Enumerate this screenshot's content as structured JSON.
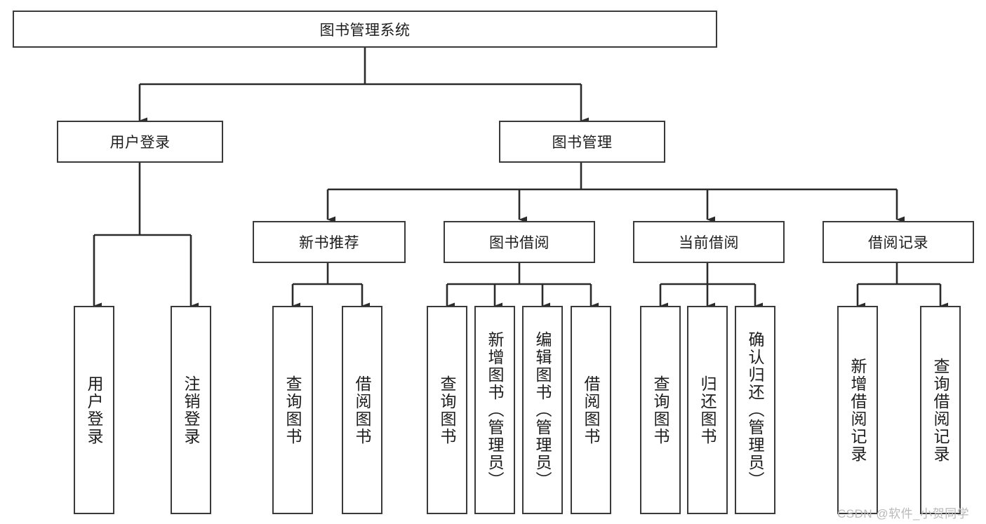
{
  "diagram": {
    "type": "tree-hierarchy",
    "title": "图书管理系统",
    "root": {
      "label": "图书管理系统",
      "orientation": "horizontal"
    },
    "level2": [
      {
        "label": "用户登录",
        "orientation": "horizontal"
      },
      {
        "label": "图书管理",
        "orientation": "horizontal"
      }
    ],
    "level3": [
      {
        "label": "新书推荐",
        "orientation": "horizontal"
      },
      {
        "label": "图书借阅",
        "orientation": "horizontal"
      },
      {
        "label": "当前借阅",
        "orientation": "horizontal"
      },
      {
        "label": "借阅记录",
        "orientation": "horizontal"
      }
    ],
    "leaves": {
      "user_login": [
        {
          "label": "用户登录",
          "orientation": "vertical"
        },
        {
          "label": "注销登录",
          "orientation": "vertical"
        }
      ],
      "new_book_recommend": [
        {
          "label": "查询图书",
          "orientation": "vertical"
        },
        {
          "label": "借阅图书",
          "orientation": "vertical"
        }
      ],
      "book_borrow": [
        {
          "label": "查询图书",
          "orientation": "vertical"
        },
        {
          "label": "新增图书（管理员）",
          "orientation": "vertical"
        },
        {
          "label": "编辑图书（管理员）",
          "orientation": "vertical"
        },
        {
          "label": "借阅图书",
          "orientation": "vertical"
        }
      ],
      "current_borrow": [
        {
          "label": "查询图书",
          "orientation": "vertical"
        },
        {
          "label": "归还图书",
          "orientation": "vertical"
        },
        {
          "label": "确认归还（管理员）",
          "orientation": "vertical"
        }
      ],
      "borrow_record": [
        {
          "label": "新增借阅记录",
          "orientation": "vertical"
        },
        {
          "label": "查询借阅记录",
          "orientation": "vertical"
        }
      ]
    },
    "colors": {
      "box_border": "#3a3a3a",
      "connector": "#2b2b2b",
      "text": "#1d1d1d",
      "background": "#ffffff",
      "watermark": "#b9b9b9"
    }
  },
  "watermark": {
    "text": "CSDN @软件_小贺同学"
  }
}
